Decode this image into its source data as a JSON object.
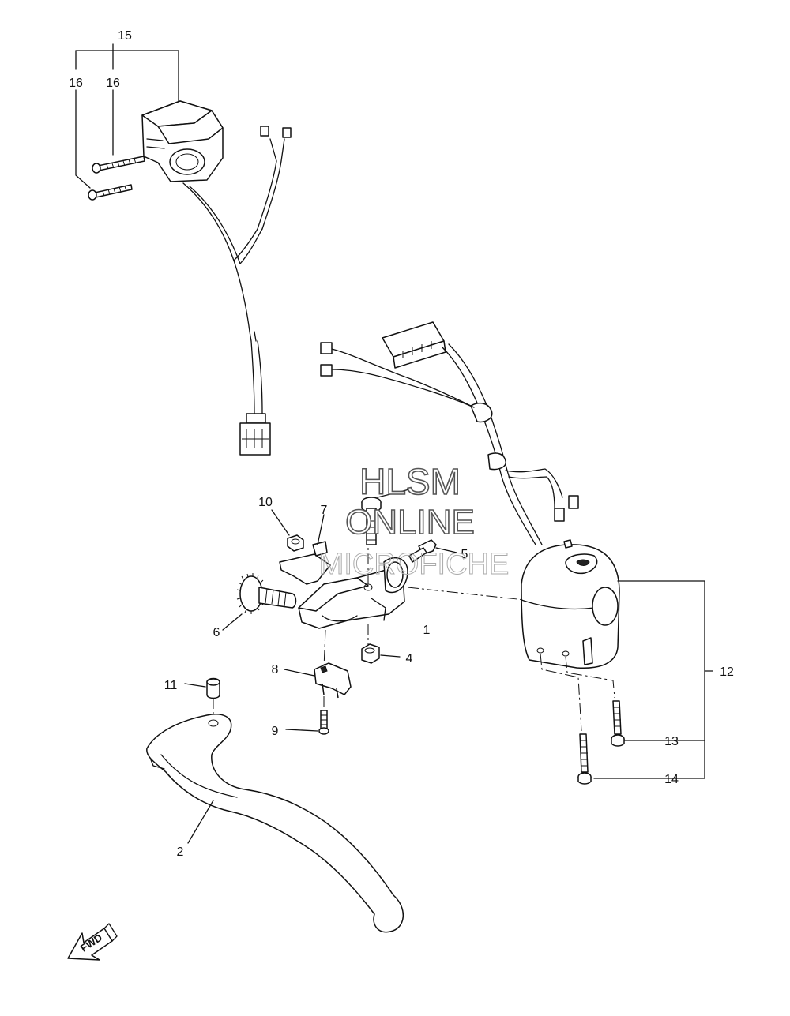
{
  "callouts": {
    "c1": "1",
    "c2": "2",
    "c4": "4",
    "c5": "5",
    "c6": "6",
    "c7": "7",
    "c8": "8",
    "c9": "9",
    "c10": "10",
    "c11": "11",
    "c12": "12",
    "c13": "13",
    "c14": "14",
    "c15": "15",
    "c16a": "16",
    "c16b": "16"
  },
  "watermark": {
    "line1": "HLSM",
    "line2": "ONLINE",
    "line3": "MICROFICHE"
  },
  "direction_badge": "FWD"
}
